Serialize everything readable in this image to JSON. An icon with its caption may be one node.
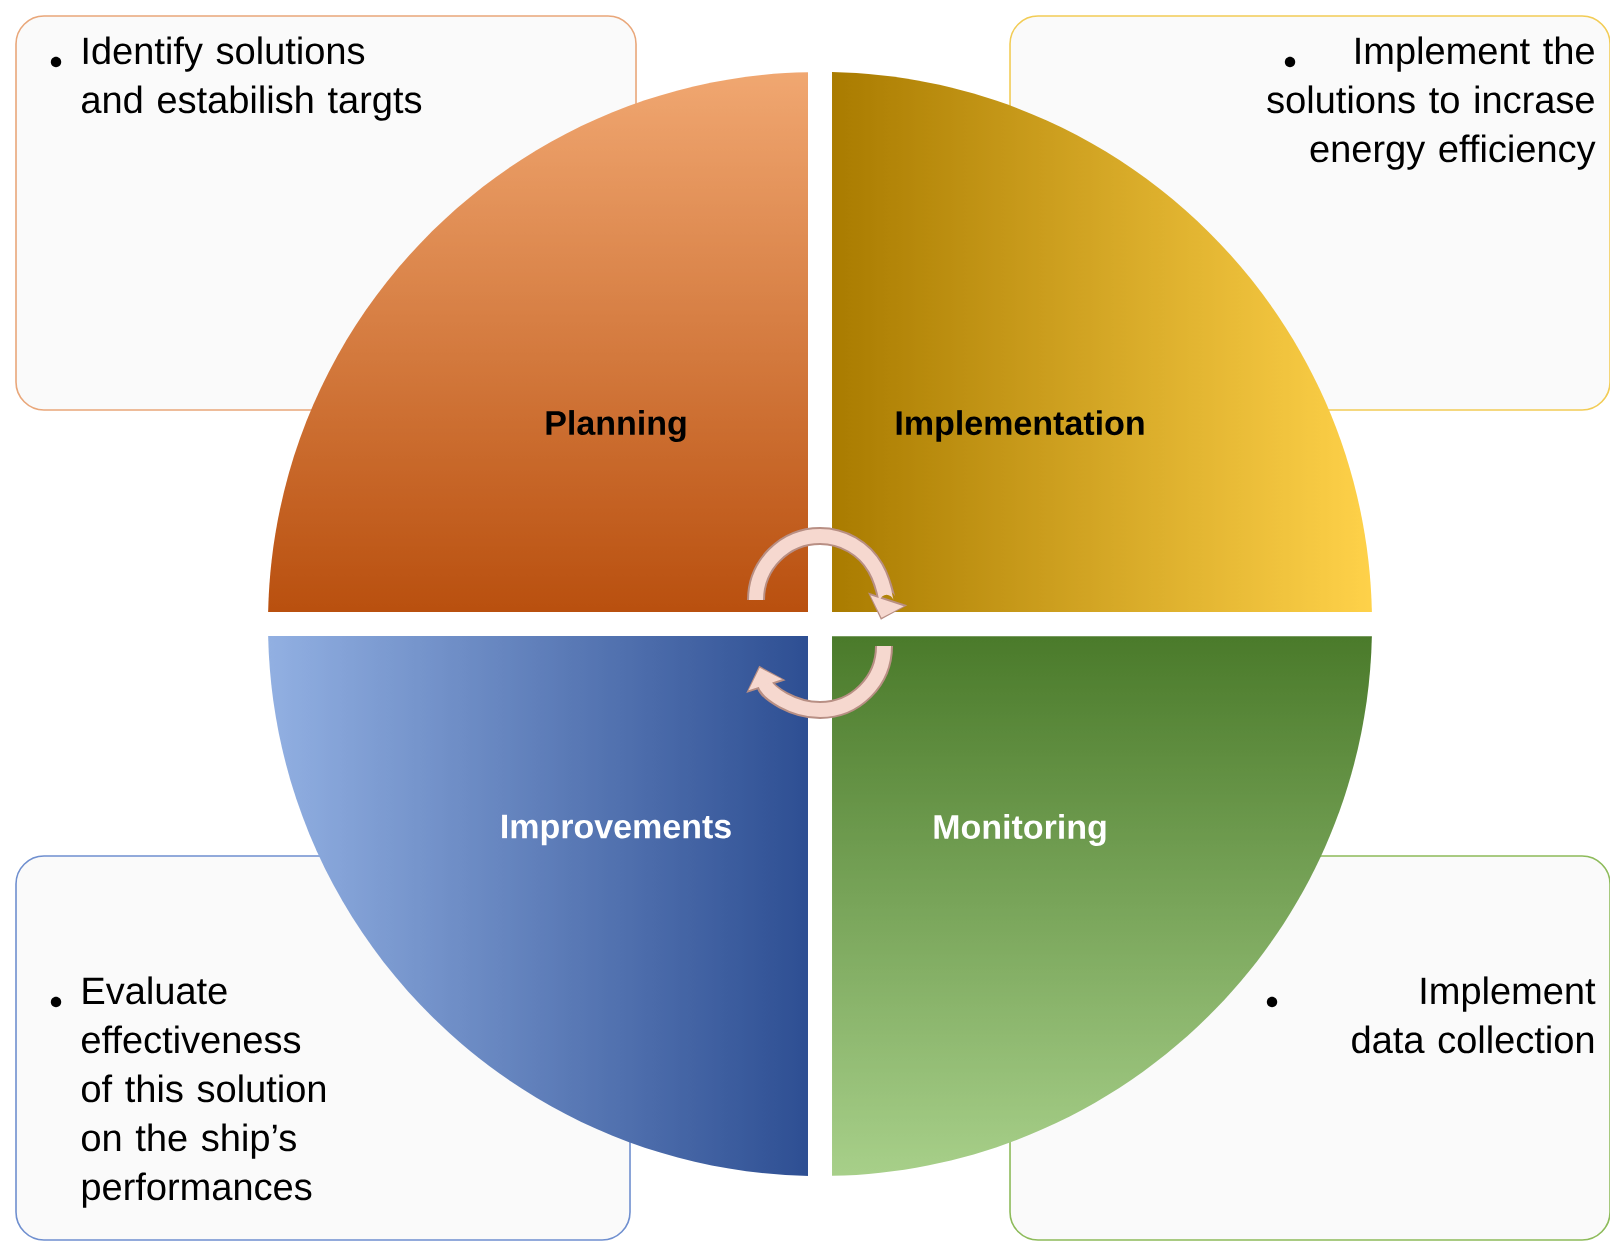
{
  "diagram": {
    "nodes": [
      {
        "text": [
          "Identify solutions and estabilish targts"
        ]
      },
      {
        "text": [
          "Implement the solutions to incrase energy efficiency"
        ]
      },
      {
        "text": [
          "Planning"
        ]
      },
      {
        "text": [
          "Implementation"
        ]
      },
      {
        "text": [
          "Improvements"
        ]
      },
      {
        "text": [
          "Monitoring"
        ]
      },
      {
        "text": [
          "Evaluate effectiveness of this solution on the ship’s performances"
        ]
      },
      {
        "text": [
          "Implement data collection"
        ]
      }
    ]
  }
}
